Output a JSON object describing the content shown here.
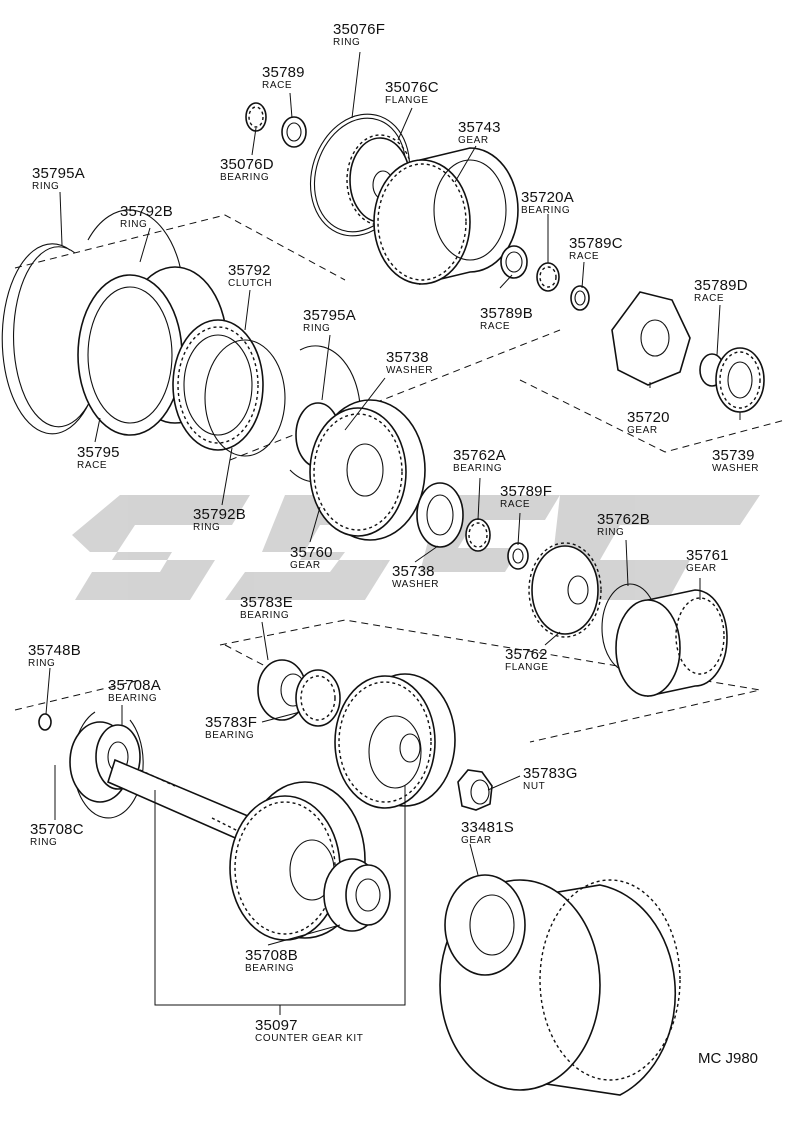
{
  "diagram_code": "MC J980",
  "watermark_color": "#cfcfcf",
  "parts": [
    {
      "key": "p35076F",
      "number": "35076F",
      "desc": "RING"
    },
    {
      "key": "p35789",
      "number": "35789",
      "desc": "RACE"
    },
    {
      "key": "p35076C",
      "number": "35076C",
      "desc": "FLANGE"
    },
    {
      "key": "p35743",
      "number": "35743",
      "desc": "GEAR"
    },
    {
      "key": "p35076D",
      "number": "35076D",
      "desc": "BEARING"
    },
    {
      "key": "p35795A_top",
      "number": "35795A",
      "desc": "RING"
    },
    {
      "key": "p35792B_top",
      "number": "35792B",
      "desc": "RING"
    },
    {
      "key": "p35720A",
      "number": "35720A",
      "desc": "BEARING"
    },
    {
      "key": "p35789C",
      "number": "35789C",
      "desc": "RACE"
    },
    {
      "key": "p35792",
      "number": "35792",
      "desc": "CLUTCH"
    },
    {
      "key": "p35789D",
      "number": "35789D",
      "desc": "RACE"
    },
    {
      "key": "p35795A_mid",
      "number": "35795A",
      "desc": "RING"
    },
    {
      "key": "p35789B",
      "number": "35789B",
      "desc": "RACE"
    },
    {
      "key": "p35738_top",
      "number": "35738",
      "desc": "WASHER"
    },
    {
      "key": "p35720",
      "number": "35720",
      "desc": "GEAR"
    },
    {
      "key": "p35739",
      "number": "35739",
      "desc": "WASHER"
    },
    {
      "key": "p35795",
      "number": "35795",
      "desc": "RACE"
    },
    {
      "key": "p35762A",
      "number": "35762A",
      "desc": "BEARING"
    },
    {
      "key": "p35789F",
      "number": "35789F",
      "desc": "RACE"
    },
    {
      "key": "p35792B_low",
      "number": "35792B",
      "desc": "RING"
    },
    {
      "key": "p35762B",
      "number": "35762B",
      "desc": "RING"
    },
    {
      "key": "p35760",
      "number": "35760",
      "desc": "GEAR"
    },
    {
      "key": "p35738_low",
      "number": "35738",
      "desc": "WASHER"
    },
    {
      "key": "p35761",
      "number": "35761",
      "desc": "GEAR"
    },
    {
      "key": "p35783E",
      "number": "35783E",
      "desc": "BEARING"
    },
    {
      "key": "p35748B",
      "number": "35748B",
      "desc": "RING"
    },
    {
      "key": "p35708A",
      "number": "35708A",
      "desc": "BEARING"
    },
    {
      "key": "p35762",
      "number": "35762",
      "desc": "FLANGE"
    },
    {
      "key": "p35783F",
      "number": "35783F",
      "desc": "BEARING"
    },
    {
      "key": "p35783G",
      "number": "35783G",
      "desc": "NUT"
    },
    {
      "key": "p35708C",
      "number": "35708C",
      "desc": "RING"
    },
    {
      "key": "p33481S",
      "number": "33481S",
      "desc": "GEAR"
    },
    {
      "key": "p35708B",
      "number": "35708B",
      "desc": "BEARING"
    },
    {
      "key": "p35097",
      "number": "35097",
      "desc": "COUNTER GEAR KIT"
    }
  ]
}
